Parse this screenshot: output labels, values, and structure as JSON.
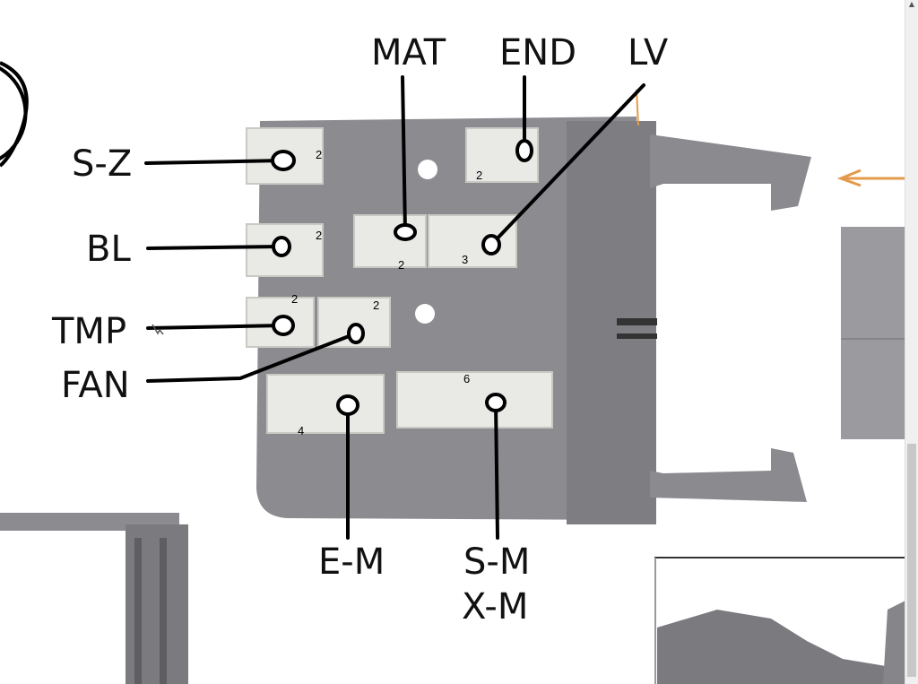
{
  "labels": {
    "mat": "MAT",
    "end": "END",
    "lv": "LV",
    "sz": "S-Z",
    "bl": "BL",
    "tmp": "TMP",
    "fan": "FAN",
    "em": "E-M",
    "sm": "S-M",
    "xm": "X-M"
  },
  "pins": {
    "sz": "2",
    "end": "2",
    "bl": "2",
    "mat": "2",
    "lv": "3",
    "tmp": "2",
    "fan": "2",
    "em": "4",
    "sm_xm": "6"
  },
  "colors": {
    "board": "#8b8b90",
    "connector": "#e9e9e6",
    "arrow": "#e39a4a"
  }
}
